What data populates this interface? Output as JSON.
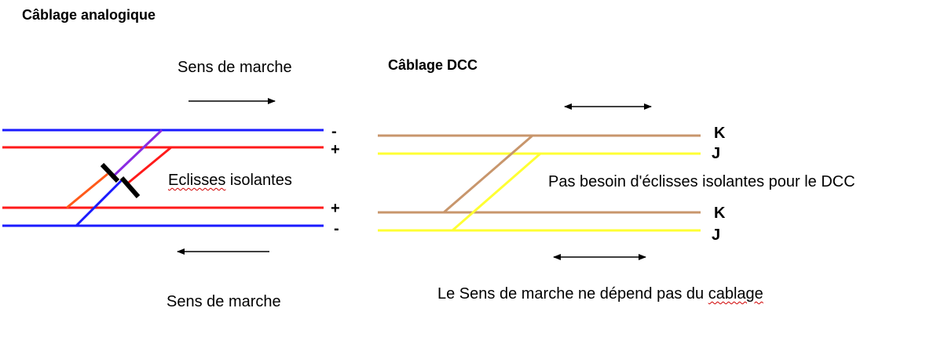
{
  "analog": {
    "title": "Câblage analogique",
    "direction_top": "Sens de marche",
    "direction_bottom": "Sens de marche",
    "insulated_joints": {
      "prefix": "",
      "squiggled": "Eclisses",
      "suffix": " isolantes"
    },
    "rail_labels": [
      "-",
      "+",
      "+",
      "-"
    ]
  },
  "dcc": {
    "title": "Câblage DCC",
    "note": "Pas besoin d'éclisses isolantes pour le DCC",
    "direction_note": {
      "prefix": "Le Sens de marche ne dépend pas du ",
      "squiggled": "cablage",
      "suffix": ""
    },
    "rail_labels": [
      "K",
      "J",
      "K",
      "J"
    ]
  },
  "colors": {
    "blue": "#1a1aff",
    "red": "#ff1a1a",
    "purple": "#8a2be2",
    "orange": "#ff5a1a",
    "tan": "#c8966c",
    "yellow": "#ffff33",
    "black": "#000000"
  }
}
